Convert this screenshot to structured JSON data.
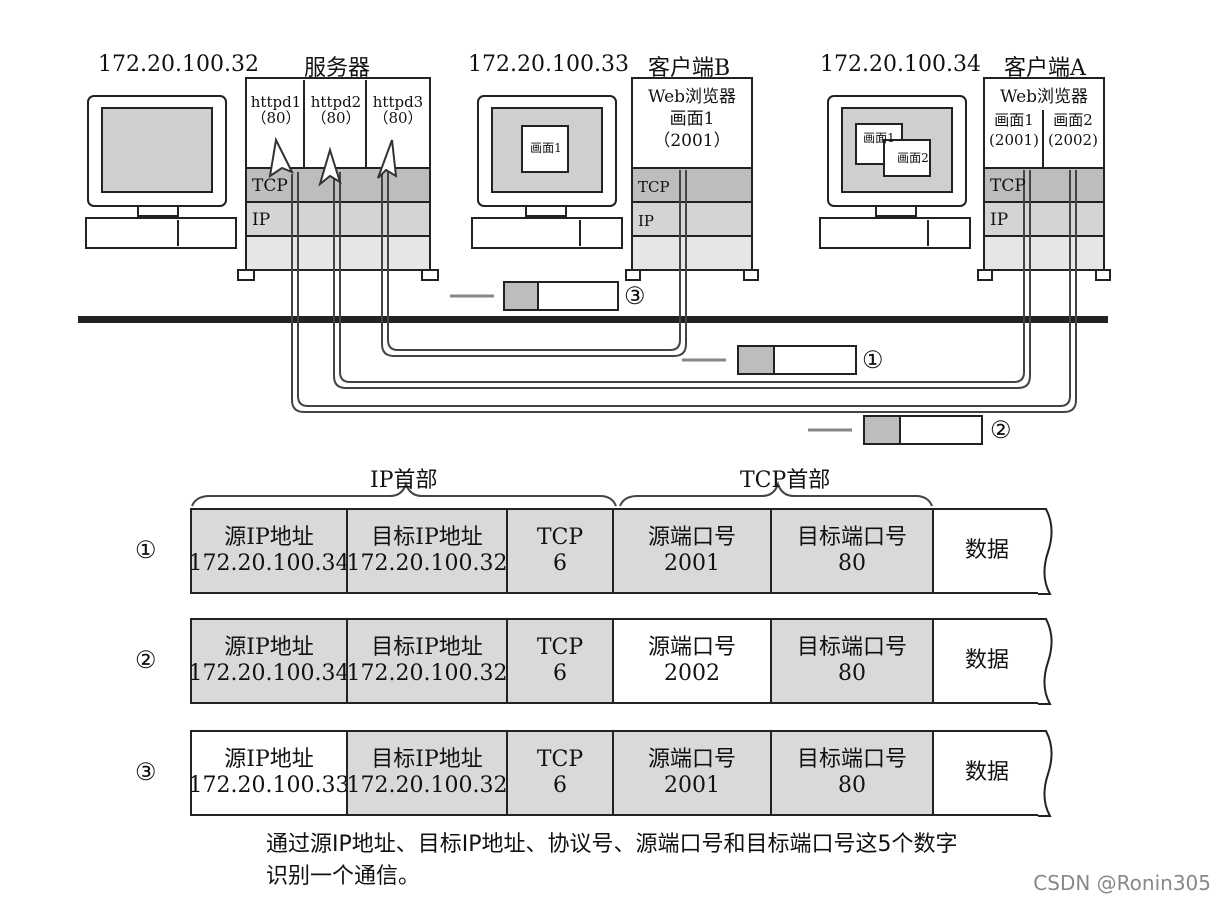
{
  "hosts": {
    "server": {
      "ip": "172.20.100.32",
      "name": "服务器",
      "procs": [
        {
          "name": "httpd1",
          "port": "（80）"
        },
        {
          "name": "httpd2",
          "port": "（80）"
        },
        {
          "name": "httpd3",
          "port": "（80）"
        }
      ],
      "tcp": "TCP",
      "ip_layer": "IP"
    },
    "client_b": {
      "ip": "172.20.100.33",
      "name": "客户端B",
      "browser": "Web浏览器",
      "screen": "画面1",
      "port": "（2001）",
      "monitor_label": "画面1",
      "tcp": "TCP",
      "ip_layer": "IP"
    },
    "client_a": {
      "ip": "172.20.100.34",
      "name": "客户端A",
      "browser": "Web浏览器",
      "screen1": "画面1",
      "port1": "(2001)",
      "screen2": "画面2",
      "port2": "(2002)",
      "monitor_label1": "画面1",
      "monitor_label2": "画面2",
      "tcp": "TCP",
      "ip_layer": "IP"
    }
  },
  "packet_markers": [
    "①",
    "②",
    "③"
  ],
  "headers": {
    "ip": "IP首部",
    "tcp": "TCP首部"
  },
  "rows": [
    {
      "num": "①",
      "cells": [
        {
          "l1": "源IP地址",
          "l2": "172.20.100.34",
          "shade": "gray"
        },
        {
          "l1": "目标IP地址",
          "l2": "172.20.100.32",
          "shade": "gray"
        },
        {
          "l1": "TCP",
          "l2": "6",
          "shade": "gray"
        },
        {
          "l1": "源端口号",
          "l2": "2001",
          "shade": "gray"
        },
        {
          "l1": "目标端口号",
          "l2": "80",
          "shade": "gray"
        },
        {
          "l1": "数据",
          "l2": "",
          "shade": "white"
        }
      ]
    },
    {
      "num": "②",
      "cells": [
        {
          "l1": "源IP地址",
          "l2": "172.20.100.34",
          "shade": "gray"
        },
        {
          "l1": "目标IP地址",
          "l2": "172.20.100.32",
          "shade": "gray"
        },
        {
          "l1": "TCP",
          "l2": "6",
          "shade": "gray"
        },
        {
          "l1": "源端口号",
          "l2": "2002",
          "shade": "white"
        },
        {
          "l1": "目标端口号",
          "l2": "80",
          "shade": "gray"
        },
        {
          "l1": "数据",
          "l2": "",
          "shade": "white"
        }
      ]
    },
    {
      "num": "③",
      "cells": [
        {
          "l1": "源IP地址",
          "l2": "172.20.100.33",
          "shade": "white"
        },
        {
          "l1": "目标IP地址",
          "l2": "172.20.100.32",
          "shade": "gray"
        },
        {
          "l1": "TCP",
          "l2": "6",
          "shade": "gray"
        },
        {
          "l1": "源端口号",
          "l2": "2001",
          "shade": "gray"
        },
        {
          "l1": "目标端口号",
          "l2": "80",
          "shade": "gray"
        },
        {
          "l1": "数据",
          "l2": "",
          "shade": "white"
        }
      ]
    }
  ],
  "caption": {
    "line1": "通过源IP地址、目标IP地址、协议号、源端口号和目标端口号这5个数字",
    "line2": "识别一个通信。"
  },
  "watermark": "CSDN @Ronin305"
}
